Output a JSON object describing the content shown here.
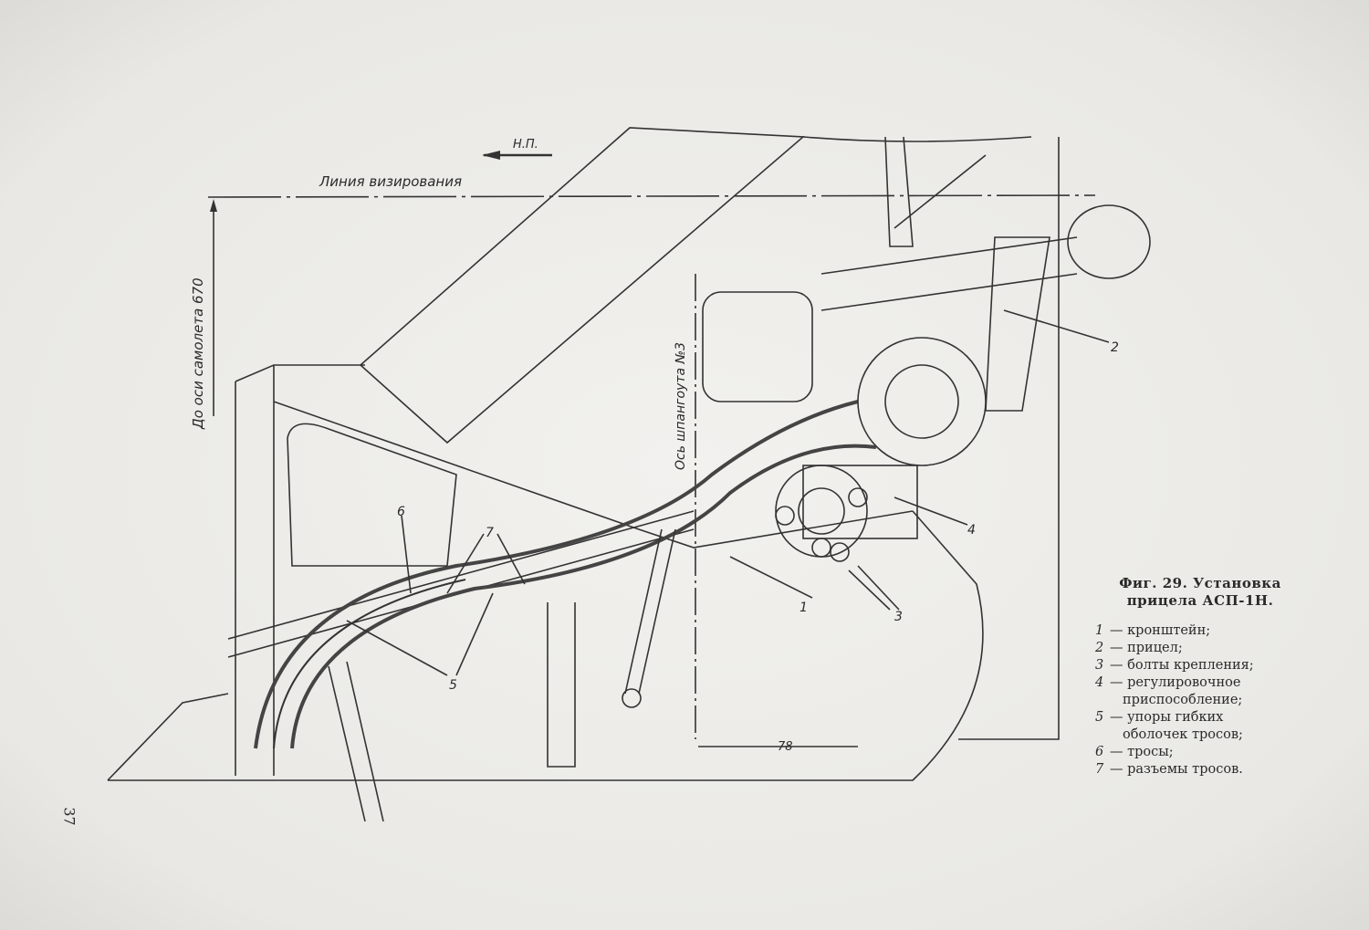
{
  "figure": {
    "caption_title": "Фиг. 29. Установка прицела АСП-1Н.",
    "legend": [
      {
        "num": "1",
        "text": "— кронштейн;"
      },
      {
        "num": "2",
        "text": "— прицел;"
      },
      {
        "num": "3",
        "text": "— болты крепления;"
      },
      {
        "num": "4",
        "text": "— регулировочное",
        "cont": "приспособление;"
      },
      {
        "num": "5",
        "text": "— упоры гибких",
        "cont": "оболочек тросов;"
      },
      {
        "num": "6",
        "text": "— тросы;"
      },
      {
        "num": "7",
        "text": "— разъемы тросов."
      }
    ]
  },
  "drawing": {
    "direction_label": "Н.П.",
    "sight_line_label": "Линия визирования",
    "axis_distance_label": "До оси самолета 670",
    "frame_axis_label": "Ось шпангоута №3",
    "dimension_78": "78",
    "callouts": [
      "1",
      "2",
      "3",
      "4",
      "5",
      "6",
      "7"
    ]
  },
  "page_number": "37"
}
